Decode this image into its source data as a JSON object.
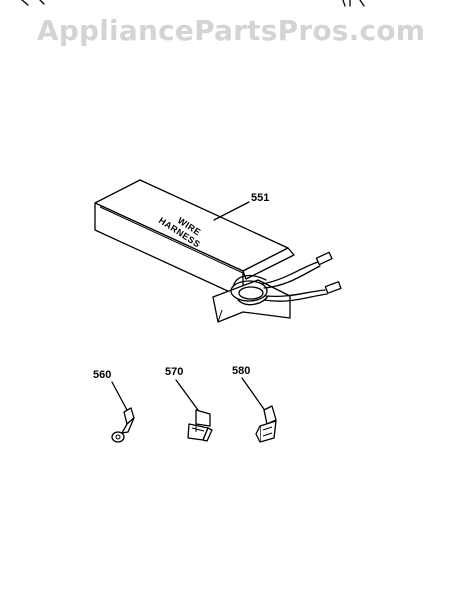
{
  "watermark": {
    "text": "AppliancePartsPros.com",
    "color": "#d4d4d4"
  },
  "parts": {
    "harness": {
      "callout": "551",
      "label_line1": "WIRE",
      "label_line2": "HARNESS"
    },
    "terminal_ring": {
      "callout": "560"
    },
    "terminal_flag": {
      "callout": "570"
    },
    "terminal_spade": {
      "callout": "580"
    }
  }
}
